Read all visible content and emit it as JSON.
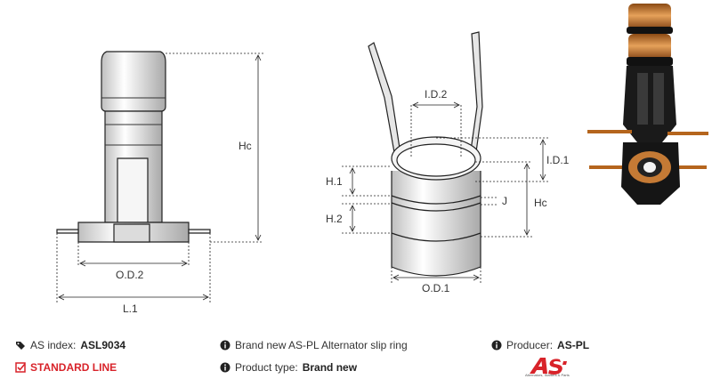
{
  "diagram": {
    "labels": {
      "od2": "O.D.2",
      "l1": "L.1",
      "hc_left": "Hc",
      "id2": "I.D.2",
      "id1": "I.D.1",
      "h1": "H.1",
      "h2": "H.2",
      "j": "J",
      "hc_right": "Hc",
      "od1": "O.D.1"
    }
  },
  "info": {
    "as_index_label": "AS index:",
    "as_index_value": "ASL9034",
    "standard_line": "STANDARD LINE",
    "description": "Brand new AS-PL Alternator slip ring",
    "product_type_label": "Product type:",
    "product_type_value": "Brand new",
    "producer_label": "Producer:",
    "producer_value": "AS-PL"
  },
  "logo": {
    "mark": "AS",
    "tagline": "Alternators, Starters & Parts"
  },
  "colors": {
    "accent_red": "#d8232a",
    "copper": "#c77a2e",
    "line": "#222222"
  }
}
